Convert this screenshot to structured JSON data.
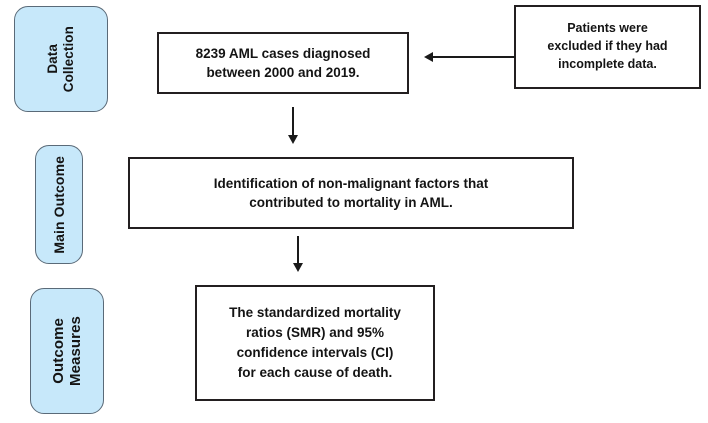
{
  "diagram": {
    "title": "AML mortality study flow diagram",
    "colors": {
      "stage_fill": "#c7e8fa",
      "stage_border": "#5a6a78",
      "box_border": "#231f20",
      "text": "#141414",
      "background": "#ffffff"
    },
    "stages": [
      {
        "id": "data-collection",
        "lines": [
          "Data",
          "Collection"
        ]
      },
      {
        "id": "main-outcome",
        "lines": [
          "Main Outcome"
        ]
      },
      {
        "id": "outcome-measures",
        "lines": [
          "Outcome",
          "Measures"
        ]
      }
    ],
    "boxes": [
      {
        "id": "cases-box",
        "text": "8239 AML cases diagnosed\nbetween 2000 and 2019."
      },
      {
        "id": "exclusion-box",
        "text": "Patients were\nexcluded if they had\nincomplete data."
      },
      {
        "id": "identification-box",
        "text": "Identification of non-malignant factors that\ncontributed to mortality in AML."
      },
      {
        "id": "measures-box",
        "text": "The standardized mortality\nratios (SMR) and 95%\nconfidence intervals (CI)\nfor each cause of death."
      }
    ],
    "arrows": [
      {
        "id": "arrow-cases-to-identification",
        "direction": "down"
      },
      {
        "id": "arrow-identification-to-measures",
        "direction": "down"
      },
      {
        "id": "arrow-exclusion-to-cases",
        "direction": "left"
      }
    ]
  }
}
